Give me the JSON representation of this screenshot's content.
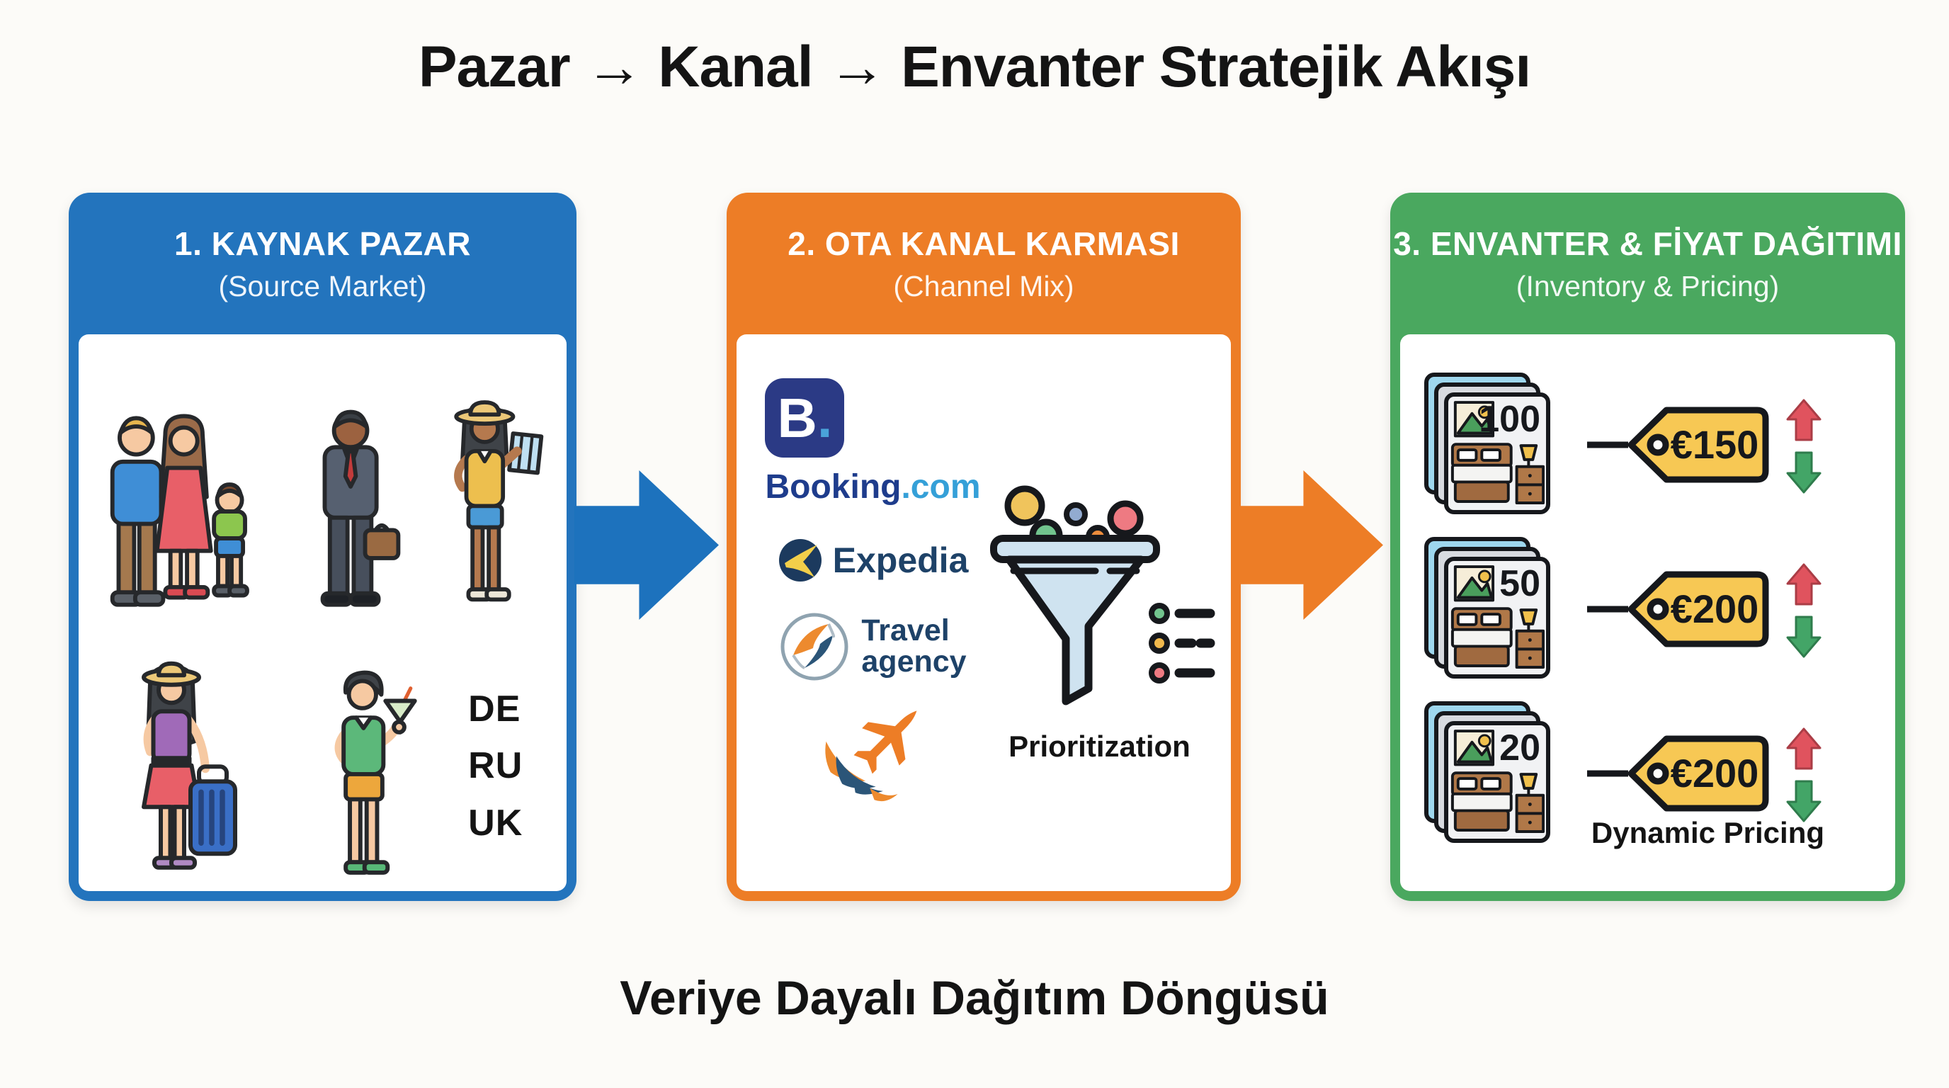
{
  "title": "Pazar → Kanal → Envanter Stratejik Akışı",
  "footer": "Veriye Dayalı Dağıtım Döngüsü",
  "colors": {
    "market_blue": "#2374bd",
    "channel_orange": "#ed7d26",
    "inventory_green": "#4aa85f",
    "tag_yellow": "#f7c854",
    "price_up_red": "#e0535e",
    "price_down_green": "#43a567",
    "booking_navy": "#2b3a85",
    "booking_lightblue": "#35a0d8"
  },
  "boxes": {
    "source_market": {
      "title": "1. KAYNAK PAZAR",
      "subtitle": "(Source Market)",
      "countries": [
        "DE",
        "RU",
        "UK"
      ]
    },
    "channel_mix": {
      "title": "2. OTA KANAL KARMASI",
      "subtitle": "(Channel Mix)",
      "booking": {
        "badge_letter": "B",
        "badge_dot": ".",
        "name": "Booking",
        "suffix": ".com"
      },
      "expedia": {
        "name": "Expedia"
      },
      "travel_agency": {
        "line1": "Travel",
        "line2": "agency"
      },
      "funnel_label": "Prioritization"
    },
    "inventory_pricing": {
      "title": "3. ENVANTER & FİYAT DAĞITIMI",
      "subtitle": "(Inventory & Pricing)",
      "rows": [
        {
          "inventory": "100",
          "price": "€150"
        },
        {
          "inventory": "50",
          "price": "€200"
        },
        {
          "inventory": "20",
          "price": "€200"
        }
      ],
      "label": "Dynamic Pricing"
    }
  }
}
